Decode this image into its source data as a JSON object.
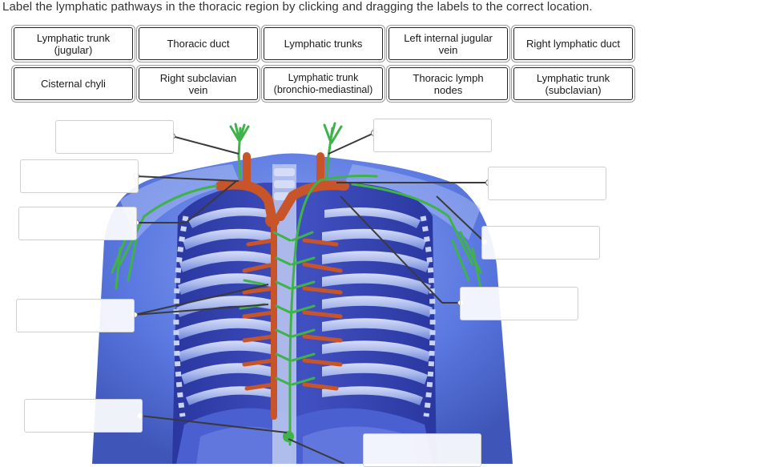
{
  "instruction": "Label the lymphatic pathways in the thoracic region by clicking and dragging the labels to the correct location.",
  "labels": [
    "Lymphatic trunk\n(jugular)",
    "Thoracic duct",
    "Lymphatic trunks",
    "Left internal jugular\nvein",
    "Right lymphatic duct",
    "Cisternal chyli",
    "Right subclavian\nvein",
    "Lymphatic trunk\n(bronchio-mediastinal)",
    "Thoracic lymph\nnodes",
    "Lymphatic trunk\n(subclavian)"
  ],
  "colors": {
    "body_blue": "#5a78e0",
    "vein_orange": "#c8552a",
    "lymph_green": "#3fb34a",
    "leader_line": "#3a3a3a"
  }
}
